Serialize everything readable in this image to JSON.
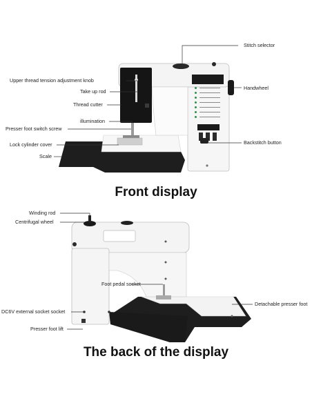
{
  "front": {
    "heading": "Front display",
    "labels": {
      "stitch_selector": "Stitch selector",
      "upper_thread_tension": "Upper thread tension adjustment knob",
      "handwheel": "Handwheel",
      "take_up_rod": "Take up rod",
      "thread_cutter": "Thread cutter",
      "illumination": "illumination",
      "presser_foot_switch_screw": "Presser foot switch screw",
      "lock_cylinder_cover": "Lock cylinder cover",
      "backstitch_button": "Backstitch button",
      "scale": "Scale"
    }
  },
  "back": {
    "heading": "The back of the display",
    "labels": {
      "winding_rod": "Winding rod",
      "centrifugal_wheel": "Centrifugal wheel",
      "foot_pedal_socket": "Foot pedal socket",
      "detachable_presser_foot": "Detachable presser foot",
      "dc6v_socket": "DC6V external socket socket",
      "presser_foot_lift": "Presser foot lift"
    }
  },
  "colors": {
    "machine_body": "#f4f4f4",
    "machine_dark": "#1c1c1c",
    "leader_line": "#333333"
  }
}
